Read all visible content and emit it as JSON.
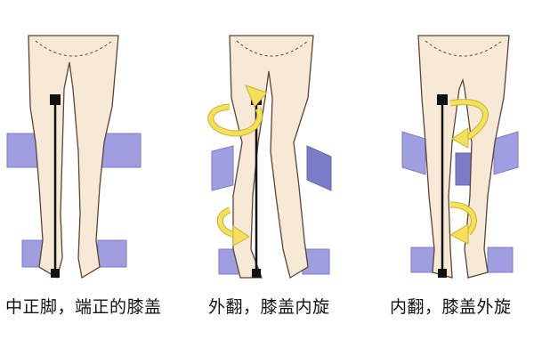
{
  "captions": {
    "neutral": "中正脚，端正的膝盖",
    "valgus": "外翻，膝盖内旋",
    "varus": "内翻，膝盖外旋"
  },
  "colors": {
    "skin": "#f8e8d6",
    "outline": "#5a4636",
    "plane": "#9f9ee0",
    "plane_dark": "#7c7bc8",
    "arrow": "#f5e05a",
    "arrow_stroke": "#c9b330",
    "axis": "#111111"
  },
  "icons": [
    "rotation-arrow-icon"
  ]
}
